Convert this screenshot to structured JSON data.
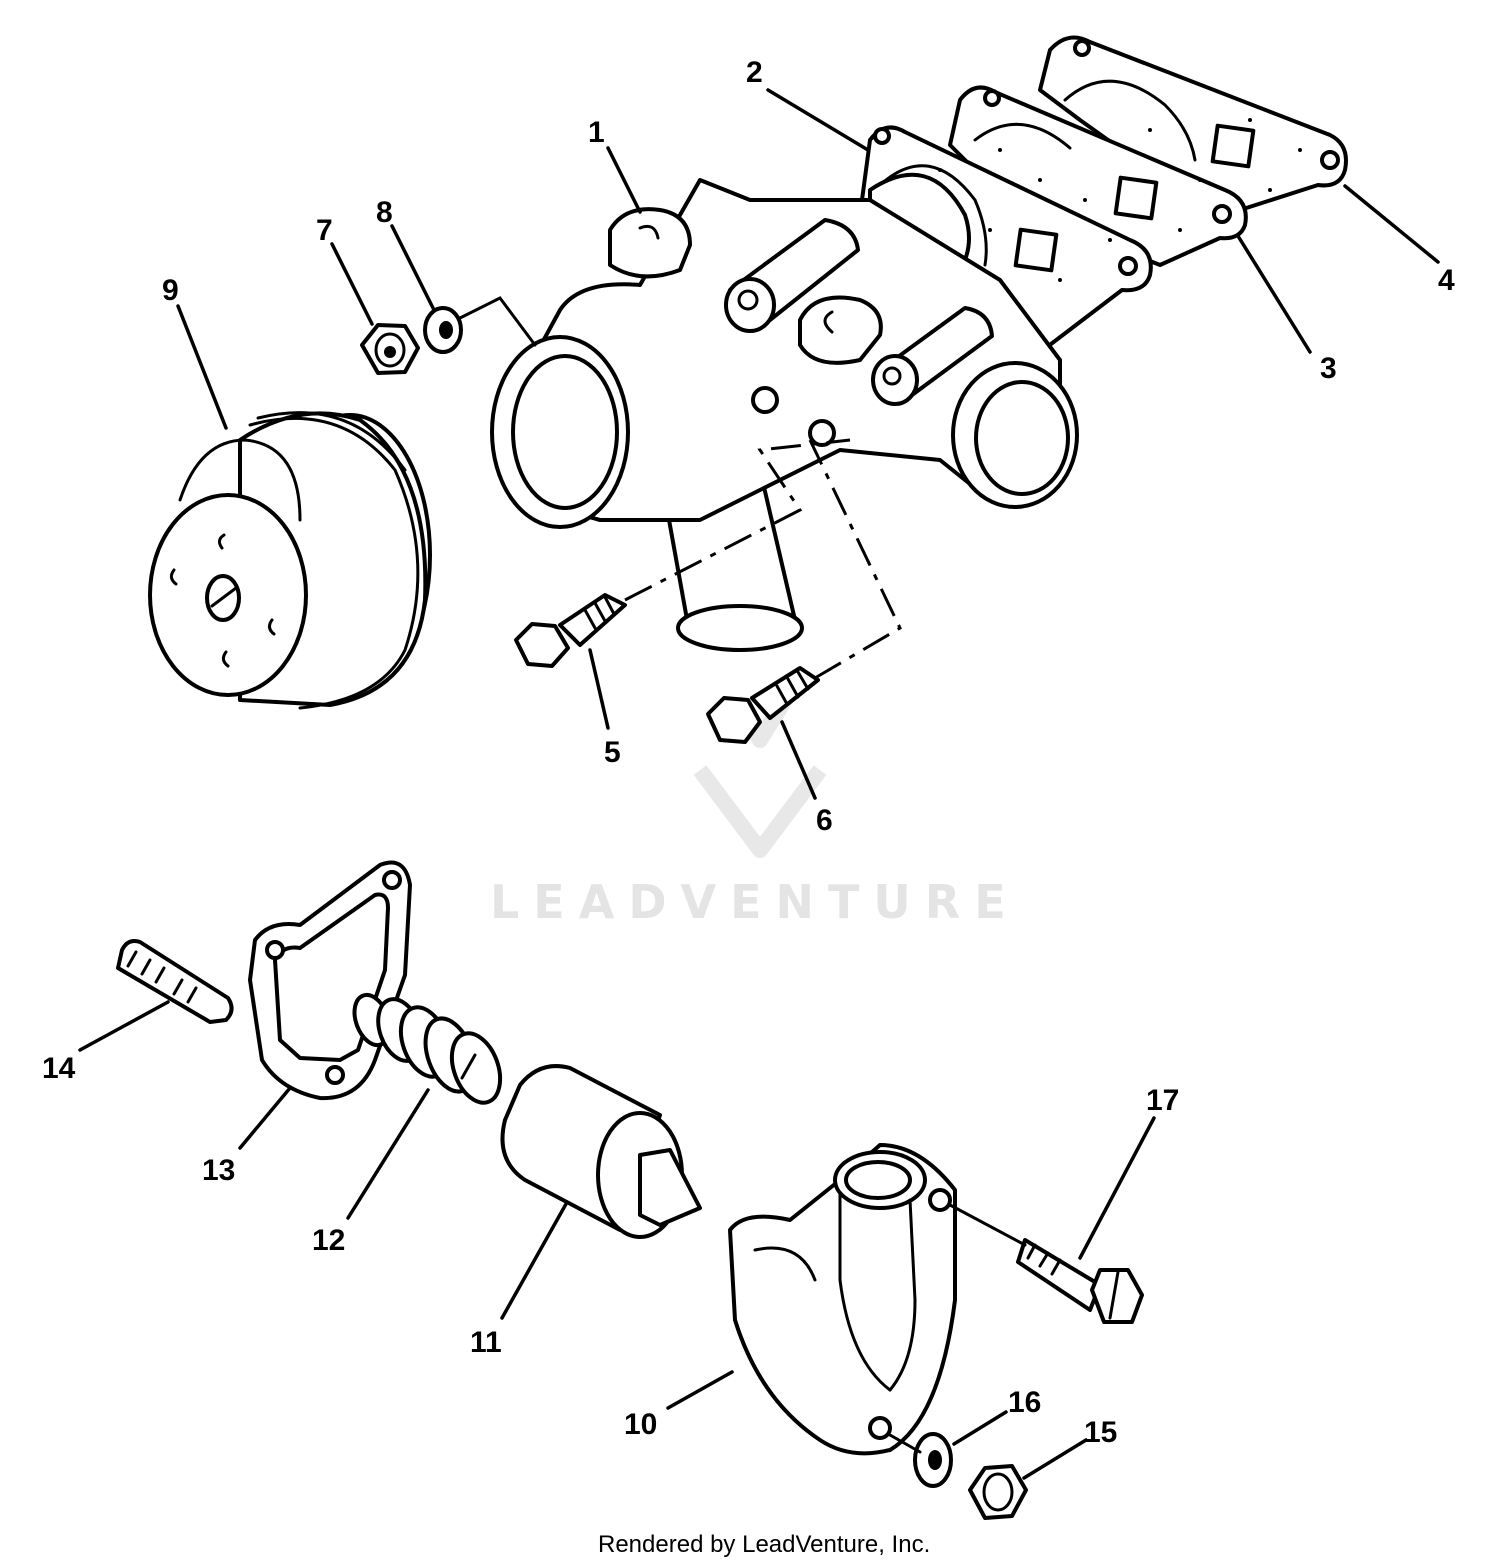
{
  "watermark": "LEADVENTURE",
  "credit": "Rendered by LeadVenture, Inc.",
  "callouts": [
    {
      "id": "1",
      "label": "1"
    },
    {
      "id": "2",
      "label": "2"
    },
    {
      "id": "3",
      "label": "3"
    },
    {
      "id": "4",
      "label": "4"
    },
    {
      "id": "5",
      "label": "5"
    },
    {
      "id": "6",
      "label": "6"
    },
    {
      "id": "7",
      "label": "7"
    },
    {
      "id": "8",
      "label": "8"
    },
    {
      "id": "9",
      "label": "9"
    },
    {
      "id": "10",
      "label": "10"
    },
    {
      "id": "11",
      "label": "11"
    },
    {
      "id": "12",
      "label": "12"
    },
    {
      "id": "13",
      "label": "13"
    },
    {
      "id": "14",
      "label": "14"
    },
    {
      "id": "15",
      "label": "15"
    },
    {
      "id": "16",
      "label": "16"
    },
    {
      "id": "17",
      "label": "17"
    }
  ]
}
